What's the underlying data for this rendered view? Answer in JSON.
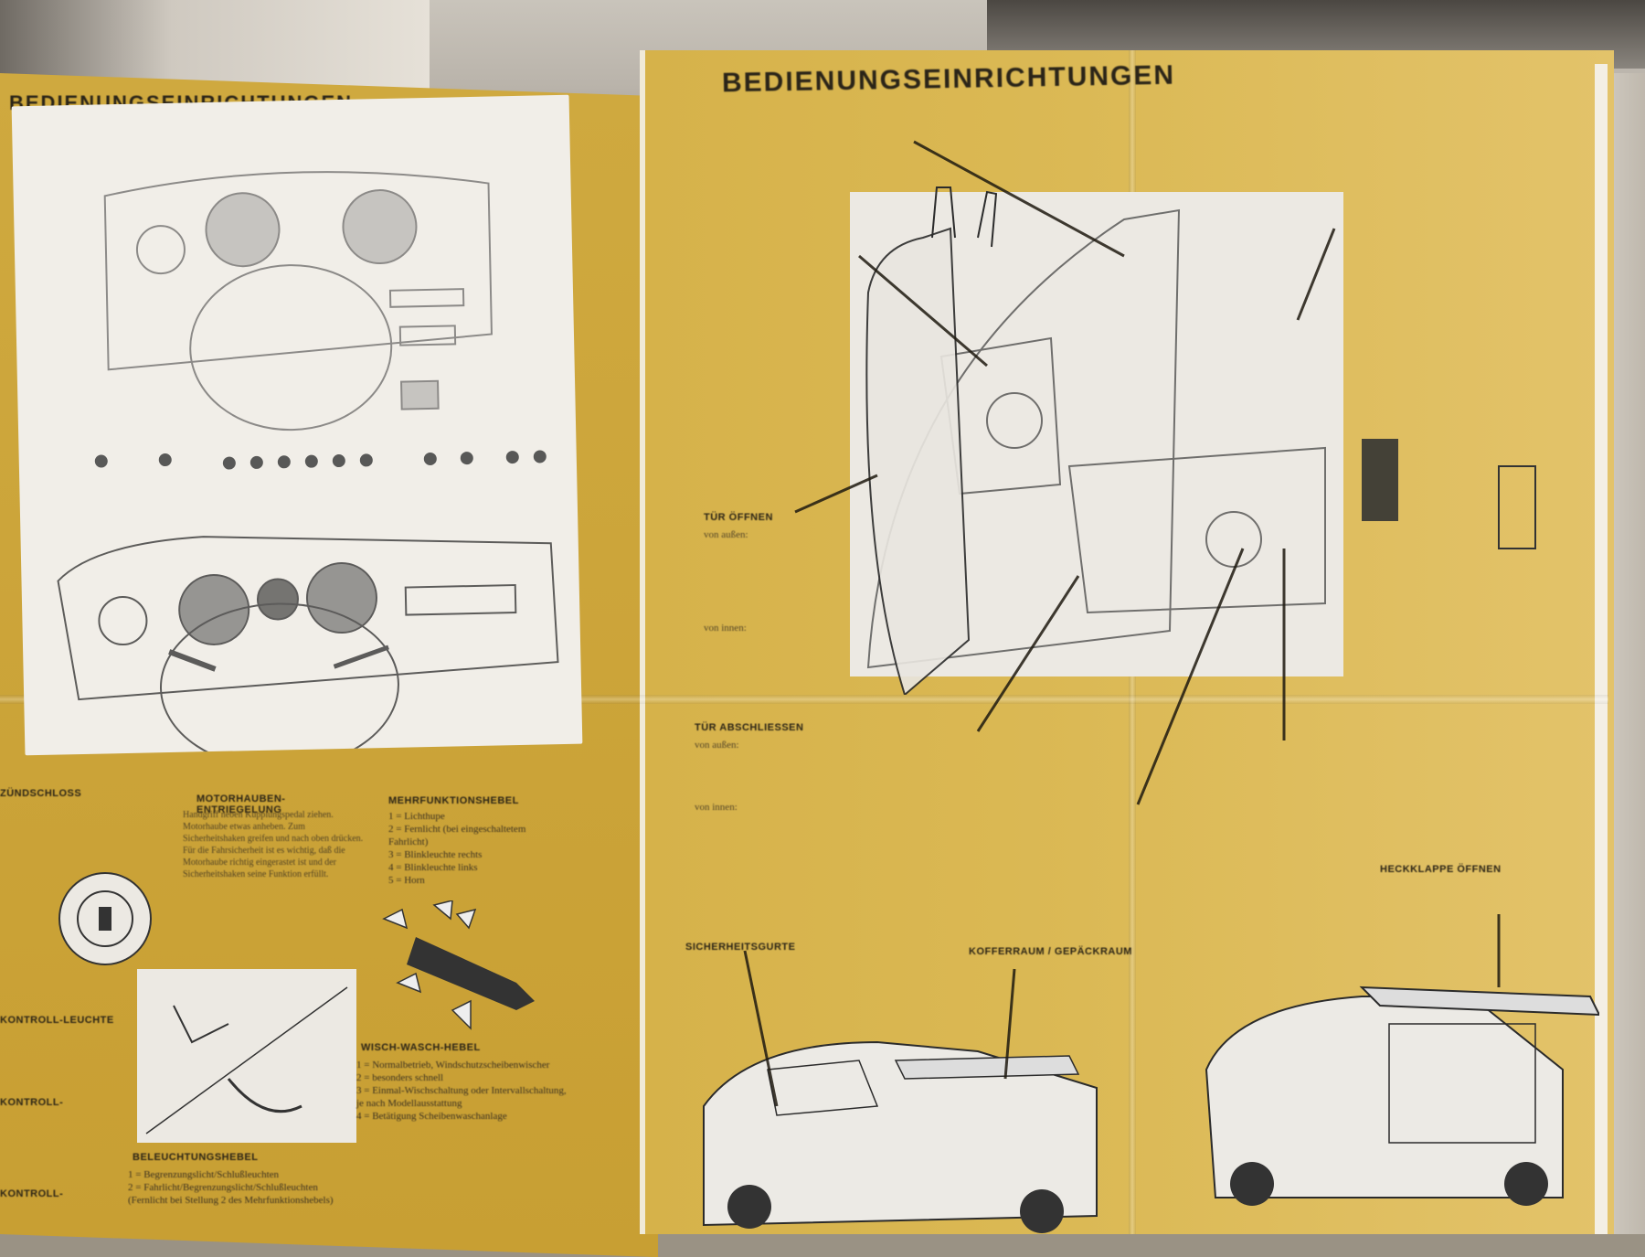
{
  "page": {
    "heading_main": "BEDIENUNGSEINRICHTUNGEN",
    "heading_left": "BEDIENUNGSEINRICHTUNGEN"
  },
  "labels": {
    "tueroeffnen": "TÜR ÖFFNEN",
    "tueroeffnen_text_1": "von außen:",
    "tueroeffnen_text_2": "von innen:",
    "tuerabschliessen": "TÜR ABSCHLIESSEN",
    "tuerabschliessen_text_1": "von außen:",
    "tuerabschliessen_text_2": "von innen:",
    "sicherheitsgurte": "SICHERHEITSGURTE",
    "kofferraum": "KOFFERRAUM / GEPÄCKRAUM",
    "heckklappe": "HECKKLAPPE ÖFFNEN",
    "motorhaube": "MOTORHAUBEN-ENTRIEGELUNG",
    "mehrfunktion": "MEHRFUNKTIONSHEBEL",
    "wischwasch": "WISCH-WASCH-HEBEL",
    "beleuchtung": "BELEUCHTUNGSHEBEL",
    "zuend": "ZÜNDSCHLOSS",
    "kontroll": "KONTROLL-LEUCHTE",
    "kontroll2": "KONTROLL-",
    "kontroll3": "KONTROLL-"
  },
  "mehrfunktion_items": [
    "1 = Lichthupe",
    "2 = Fernlicht (bei eingeschaltetem Fahrlicht)",
    "3 = Blinkleuchte rechts",
    "4 = Blinkleuchte links",
    "5 = Horn"
  ],
  "wisch_items": [
    "1 = Normalbetrieb, Windschutzscheibenwischer",
    "2 = besonders schnell",
    "3 = Einmal-Wischschaltung oder Intervallschaltung, je nach Modellausstattung",
    "4 = Betätigung Scheibenwaschanlage"
  ],
  "beleuchtung_items": [
    "1 = Begrenzungslicht/Schlußleuchten",
    "2 = Fahrlicht/Begrenzungslicht/Schlußleuchten (Fernlicht bei Stellung 2 des Mehrfunktionshebels)"
  ],
  "motorhaube_text": "Handgriff neben Kupplungspedal ziehen. Motorhaube etwas anheben. Zum Sicherheitshaken greifen und nach oben drücken. Für die Fahrsicherheit ist es wichtig, daß die Motorhaube richtig eingerastet ist und der Sicherheitshaken seine Funktion erfüllt.",
  "colors": {
    "paper_gold": "#d6b24a",
    "ink": "#2b2416",
    "white_panel": "#ece9e3"
  }
}
